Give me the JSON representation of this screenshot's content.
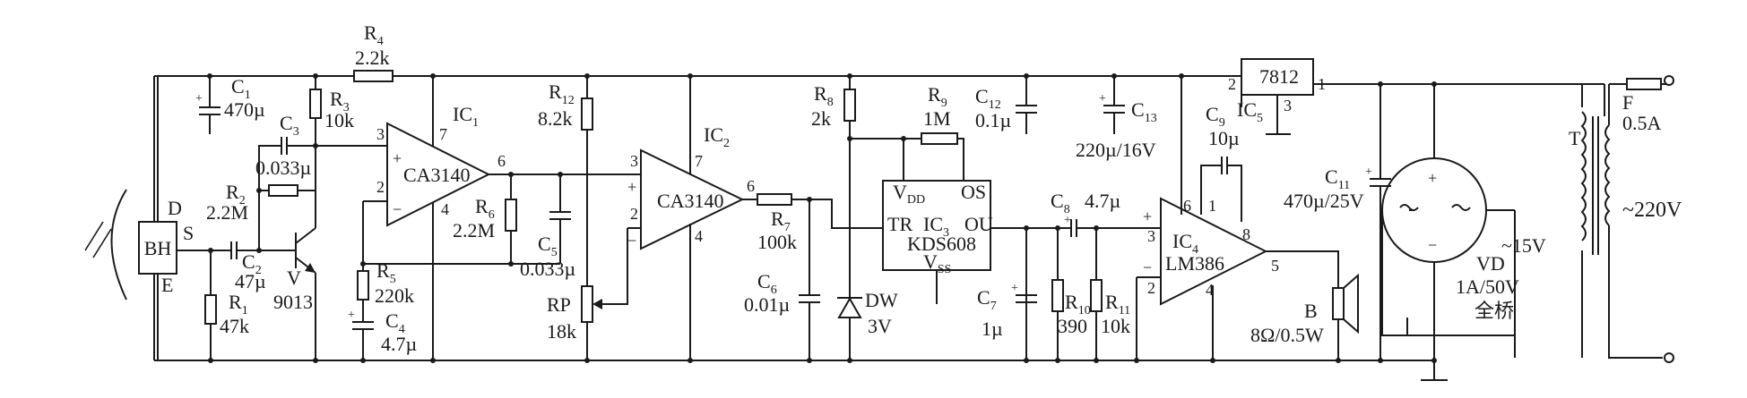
{
  "components": {
    "bh": {
      "name": "BH",
      "pin_d": "D",
      "pin_s": "S",
      "pin_e": "E"
    },
    "c1": {
      "ref": "C",
      "sub": "1",
      "value": "470µ"
    },
    "c2": {
      "ref": "C",
      "sub": "2",
      "value": "47µ"
    },
    "c3": {
      "ref": "C",
      "sub": "3",
      "value": "0.033µ"
    },
    "c4": {
      "ref": "C",
      "sub": "4",
      "value": "4.7µ"
    },
    "c5": {
      "ref": "C",
      "sub": "5",
      "value": "0.033µ"
    },
    "c6": {
      "ref": "C",
      "sub": "6",
      "value": "0.01µ"
    },
    "c7": {
      "ref": "C",
      "sub": "7",
      "value": "1µ"
    },
    "c8": {
      "ref": "C",
      "sub": "8",
      "value": "4.7µ"
    },
    "c9": {
      "ref": "C",
      "sub": "9",
      "value": "10µ"
    },
    "c11": {
      "ref": "C",
      "sub": "11",
      "value": "470µ/25V"
    },
    "c12": {
      "ref": "C",
      "sub": "12",
      "value": "0.1µ"
    },
    "c13": {
      "ref": "C",
      "sub": "13",
      "value": "220µ/16V"
    },
    "r1": {
      "ref": "R",
      "sub": "1",
      "value": "47k"
    },
    "r2": {
      "ref": "R",
      "sub": "2",
      "value": "2.2M"
    },
    "r3": {
      "ref": "R",
      "sub": "3",
      "value": "10k"
    },
    "r4": {
      "ref": "R",
      "sub": "4",
      "value": "2.2k"
    },
    "r5": {
      "ref": "R",
      "sub": "5",
      "value": "220k"
    },
    "r6": {
      "ref": "R",
      "sub": "6",
      "value": "2.2M"
    },
    "r7": {
      "ref": "R",
      "sub": "7",
      "value": "100k"
    },
    "r8": {
      "ref": "R",
      "sub": "8",
      "value": "2k"
    },
    "r9": {
      "ref": "R",
      "sub": "9",
      "value": "1M"
    },
    "r10": {
      "ref": "R",
      "sub": "10",
      "value": "390"
    },
    "r11": {
      "ref": "R",
      "sub": "11",
      "value": "10k"
    },
    "r12": {
      "ref": "R",
      "sub": "12",
      "value": "8.2k"
    },
    "rp": {
      "ref": "RP",
      "value": "18k"
    },
    "v": {
      "ref": "V",
      "value": "9013"
    },
    "dw": {
      "ref": "DW",
      "value": "3V"
    },
    "ic1": {
      "ref": "IC",
      "sub": "1",
      "part": "CA3140",
      "pin_plus": "3",
      "pin_minus": "2",
      "pin_out": "6",
      "pin_vcc": "7",
      "pin_gnd": "4"
    },
    "ic2": {
      "ref": "IC",
      "sub": "2",
      "part": "CA3140",
      "pin_plus": "3",
      "pin_minus": "2",
      "pin_out": "6",
      "pin_vcc": "7",
      "pin_gnd": "4"
    },
    "ic3": {
      "ref": "IC",
      "sub": "3",
      "part": "KDS608",
      "vdd": "V",
      "vdd_sub": "DD",
      "os": "OS",
      "tr": "TR",
      "ou": "OU",
      "vss": "V",
      "vss_sub": "SS"
    },
    "ic4": {
      "ref": "IC",
      "sub": "4",
      "part": "LM386",
      "pin3": "3",
      "pin2": "2",
      "pin6": "6",
      "pin1": "1",
      "pin8": "8",
      "pin5": "5",
      "pin4": "4"
    },
    "ic5": {
      "ref": "IC",
      "sub": "5",
      "part": "7812",
      "pin1": "1",
      "pin2": "2",
      "pin3": "3"
    },
    "speaker": {
      "ref": "B",
      "value": "8Ω/0.5W"
    },
    "bridge": {
      "ref": "VD",
      "value": "1A/50V",
      "label": "全桥",
      "plus": "+",
      "minus": "−",
      "ac": "~"
    },
    "transformer": {
      "ref": "T",
      "secondary": "~15V",
      "primary": "~220V"
    },
    "fuse": {
      "ref": "F",
      "value": "0.5A"
    }
  }
}
